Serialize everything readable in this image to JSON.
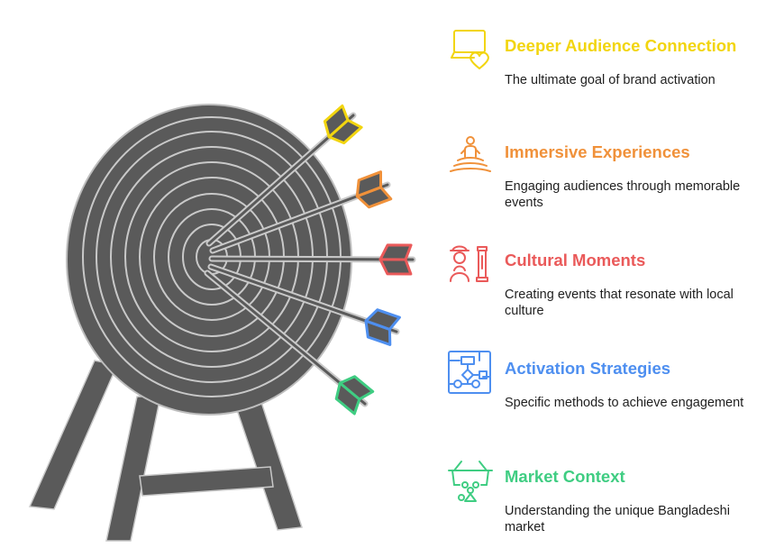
{
  "colors": {
    "target_fill": "#5a5a5a",
    "target_stroke": "#bdbdbd",
    "stand": "#5a5a5a",
    "text": "#1f1f1f"
  },
  "items": [
    {
      "title": "Deeper Audience Connection",
      "description": "The ultimate goal of brand activation",
      "color": "#f2d50f",
      "icon": "laptop-heart-icon"
    },
    {
      "title": "Immersive Experiences",
      "description": "Engaging audiences through memorable events",
      "color": "#f0913a",
      "icon": "meditation-person-icon"
    },
    {
      "title": "Cultural Moments",
      "description": "Creating events that resonate with local culture",
      "color": "#ea5a5a",
      "icon": "cultural-figure-icon"
    },
    {
      "title": "Activation Strategies",
      "description": "Specific methods to achieve engagement",
      "color": "#4e8ff0",
      "icon": "flowchart-icon"
    },
    {
      "title": "Market Context",
      "description": "Understanding the unique Bangladeshi market",
      "color": "#3fcd82",
      "icon": "market-basket-icon"
    }
  ]
}
